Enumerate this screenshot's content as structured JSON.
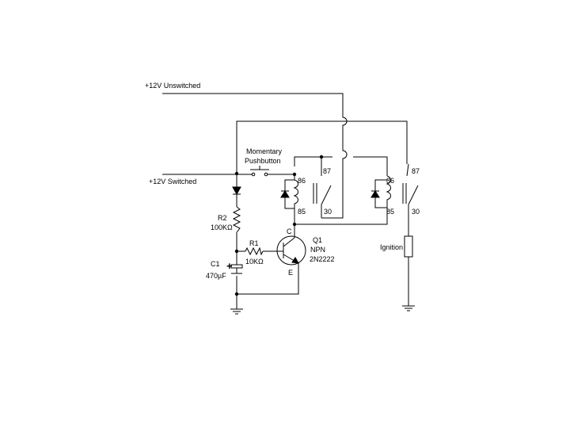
{
  "labels": {
    "v_unswitched": "+12V Unswitched",
    "v_switched": "+12V Switched",
    "pushbutton_line1": "Momentary",
    "pushbutton_line2": "Pushbutton",
    "r2_name": "R2",
    "r2_value": "100KΩ",
    "r1_name": "R1",
    "r1_value": "10KΩ",
    "c1_name": "C1",
    "c1_value": "470µF",
    "c1_polarity": "+",
    "q1_name": "Q1",
    "q1_type": "NPN",
    "q1_part": "2N2222",
    "q1_collector": "C",
    "q1_emitter": "E",
    "relay1_pin86": "86",
    "relay1_pin85": "85",
    "relay1_pin87": "87",
    "relay1_pin30": "30",
    "relay2_pin86": "86",
    "relay2_pin85": "85",
    "relay2_pin87": "87",
    "relay2_pin30": "30",
    "ignition": "Ignition"
  }
}
